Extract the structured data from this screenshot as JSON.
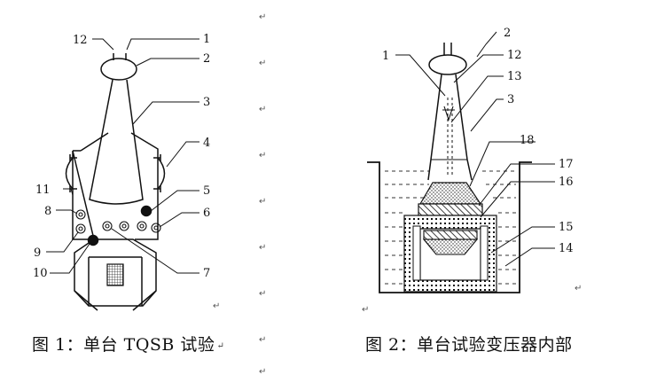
{
  "figure1": {
    "caption": "图 1：单台 TQSB 试验",
    "callouts": [
      "12",
      "1",
      "2",
      "3",
      "4",
      "5",
      "11",
      "8",
      "6",
      "9",
      "10",
      "7"
    ]
  },
  "figure2": {
    "caption": "图 2：单台试验变压器内部",
    "callouts": [
      "1",
      "2",
      "12",
      "13",
      "3",
      "18",
      "17",
      "16",
      "15",
      "14"
    ]
  },
  "paragraph_mark": "↵"
}
